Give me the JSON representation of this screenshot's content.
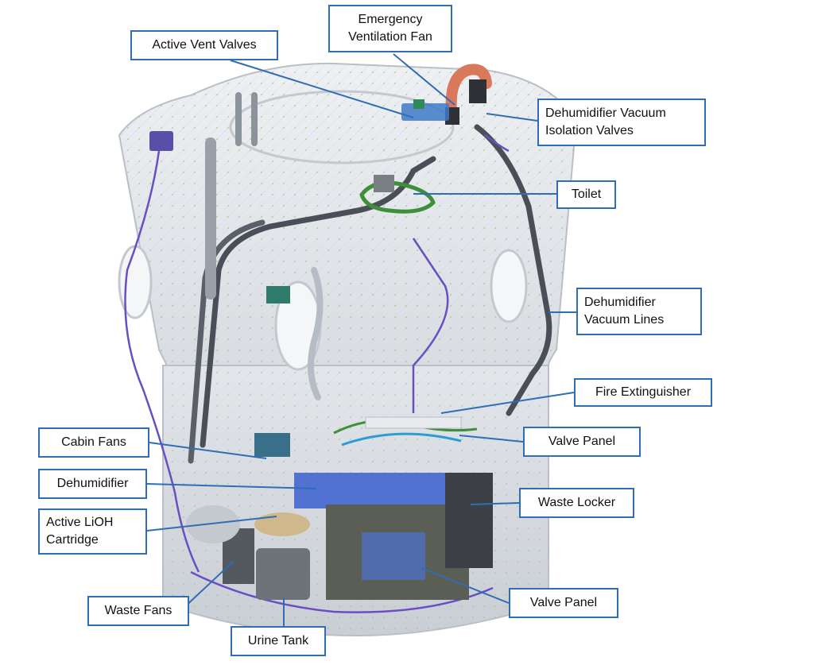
{
  "labels": {
    "emergency_fan": "Emergency\nVentilation Fan",
    "active_vent": "Active Vent Valves",
    "dehum_isolation": "Dehumidifier Vacuum\nIsolation Valves",
    "toilet": "Toilet",
    "dehum_lines": "Dehumidifier\nVacuum Lines",
    "fire_ext": "Fire Extinguisher",
    "valve_panel_top": "Valve Panel",
    "cabin_fans": "Cabin Fans",
    "dehumidifier": "Dehumidifier",
    "waste_locker": "Waste Locker",
    "lioh": "Active LiOH\nCartridge",
    "valve_panel_bottom": "Valve Panel",
    "waste_fans": "Waste Fans",
    "urine_tank": "Urine Tank"
  },
  "colors": {
    "label_border": "#2f6eb5",
    "leader_line": "#2f6eb5",
    "capsule_outline": "#b9bfc6",
    "vacuum_line": "#4a4f57",
    "purple_wire": "#6a4fc4"
  }
}
